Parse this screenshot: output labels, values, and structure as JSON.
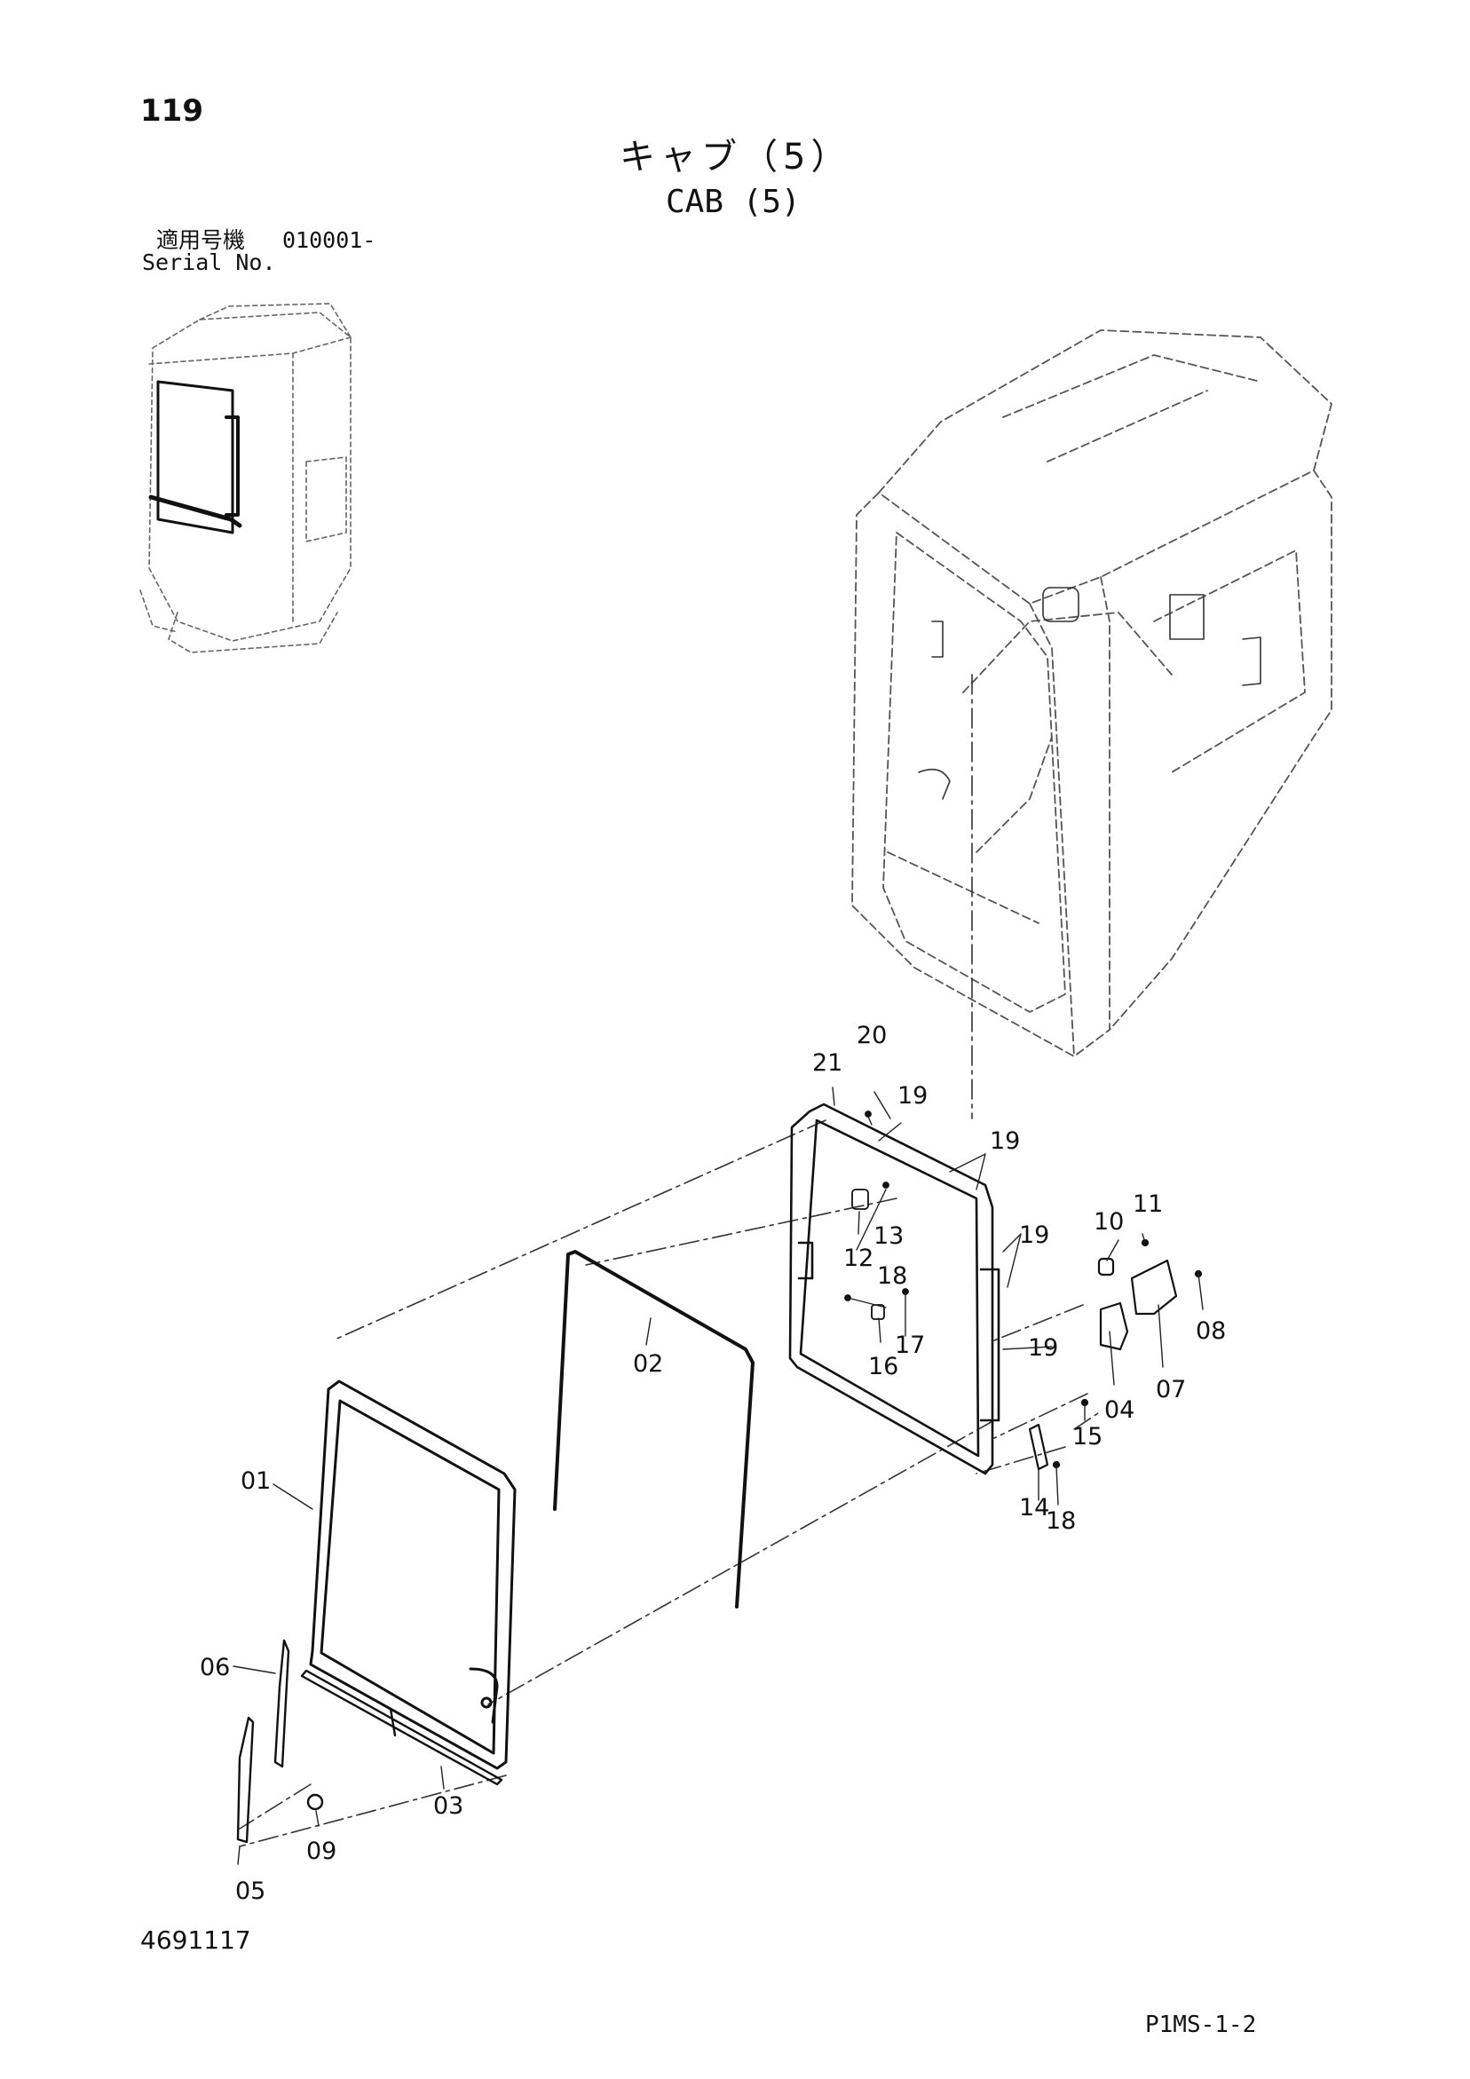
{
  "header": {
    "page_number": "119",
    "title_jp": "キャブ（5）",
    "title_en": "CAB (5)",
    "serial_label_jp": "適用号機",
    "serial_value": "010001-",
    "serial_label_en": "Serial No."
  },
  "footer": {
    "drawing_number": "4691117",
    "page_reference": "P1MS-1-2"
  },
  "callouts": [
    "01",
    "02",
    "03",
    "04",
    "05",
    "06",
    "07",
    "08",
    "09",
    "10",
    "11",
    "12",
    "13",
    "14",
    "15",
    "16",
    "17",
    "18",
    "18",
    "19",
    "19",
    "19",
    "19",
    "20",
    "21"
  ]
}
